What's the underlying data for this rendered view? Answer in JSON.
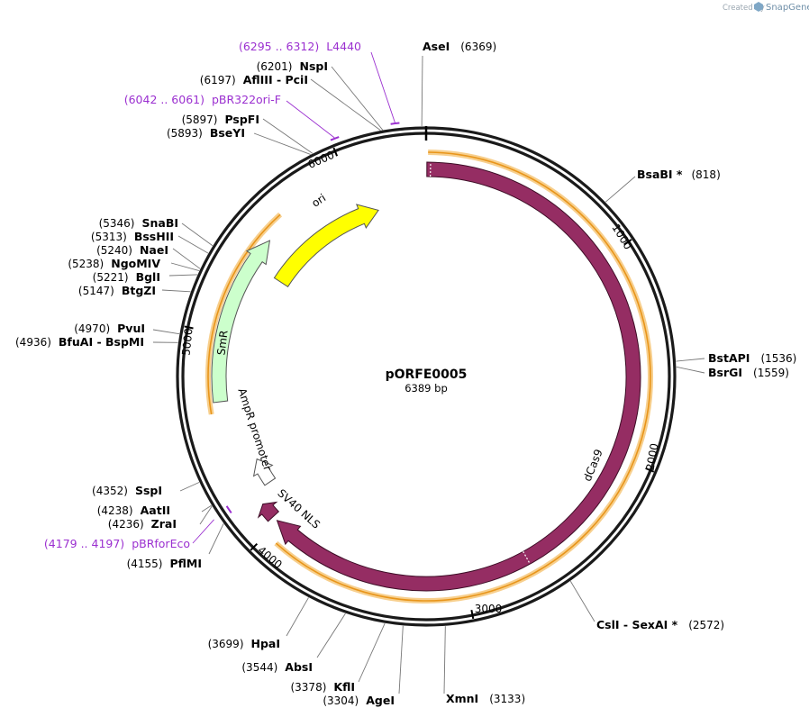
{
  "credit": {
    "prefix": "Created by",
    "brand": "SnapGene"
  },
  "plasmid": {
    "name": "pORFE0005",
    "size_label": "6389 bp"
  },
  "ruler_ticks": [
    "1000",
    "2000",
    "3000",
    "4000",
    "5000",
    "6000"
  ],
  "features": [
    {
      "name": "dCas9",
      "kind": "cds"
    },
    {
      "name": "SV40 NLS",
      "kind": "cds"
    },
    {
      "name": "ori",
      "kind": "origin"
    },
    {
      "name": "SmR",
      "kind": "marker"
    },
    {
      "name": "AmpR promoter",
      "kind": "promoter"
    }
  ],
  "sites": [
    {
      "name": "AseI",
      "pos": "(6369)"
    },
    {
      "name": "BsaBI *",
      "pos": "(818)"
    },
    {
      "name": "BstAPI",
      "pos": "(1536)"
    },
    {
      "name": "BsrGI",
      "pos": "(1559)"
    },
    {
      "name": "CslI - SexAI *",
      "pos": "(2572)"
    },
    {
      "name": "XmnI",
      "pos": "(3133)"
    },
    {
      "name": "AgeI",
      "pos": "(3304)"
    },
    {
      "name": "KflI",
      "pos": "(3378)"
    },
    {
      "name": "AbsI",
      "pos": "(3544)"
    },
    {
      "name": "HpaI",
      "pos": "(3699)"
    },
    {
      "name": "PflMI",
      "pos": "(4155)"
    },
    {
      "name": "ZraI",
      "pos": "(4236)"
    },
    {
      "name": "AatII",
      "pos": "(4238)"
    },
    {
      "name": "SspI",
      "pos": "(4352)"
    },
    {
      "name": "BfuAI - BspMI",
      "pos": "(4936)"
    },
    {
      "name": "PvuI",
      "pos": "(4970)"
    },
    {
      "name": "BtgZI",
      "pos": "(5147)"
    },
    {
      "name": "BglI",
      "pos": "(5221)"
    },
    {
      "name": "NgoMIV",
      "pos": "(5238)"
    },
    {
      "name": "NaeI",
      "pos": "(5240)"
    },
    {
      "name": "BssHII",
      "pos": "(5313)"
    },
    {
      "name": "SnaBI",
      "pos": "(5346)"
    },
    {
      "name": "BseYI",
      "pos": "(5893)"
    },
    {
      "name": "PspFI",
      "pos": "(5897)"
    },
    {
      "name": "AflIII - PciI",
      "pos": "(6197)"
    },
    {
      "name": "NspI",
      "pos": "(6201)"
    }
  ],
  "primers": [
    {
      "name": "L4440",
      "range": "(6295 .. 6312)"
    },
    {
      "name": "pBR322ori-F",
      "range": "(6042 .. 6061)"
    },
    {
      "name": "pBRforEco",
      "range": "(4179 .. 4197)"
    }
  ],
  "colors": {
    "dcas9": "#952d63",
    "ori": "#ffff00",
    "smr": "#ccffcc",
    "orf_halo": "#f7cf8d",
    "orf_line": "#e8951a",
    "primer": "#9b30d0",
    "backbone": "#1a1a1a"
  }
}
